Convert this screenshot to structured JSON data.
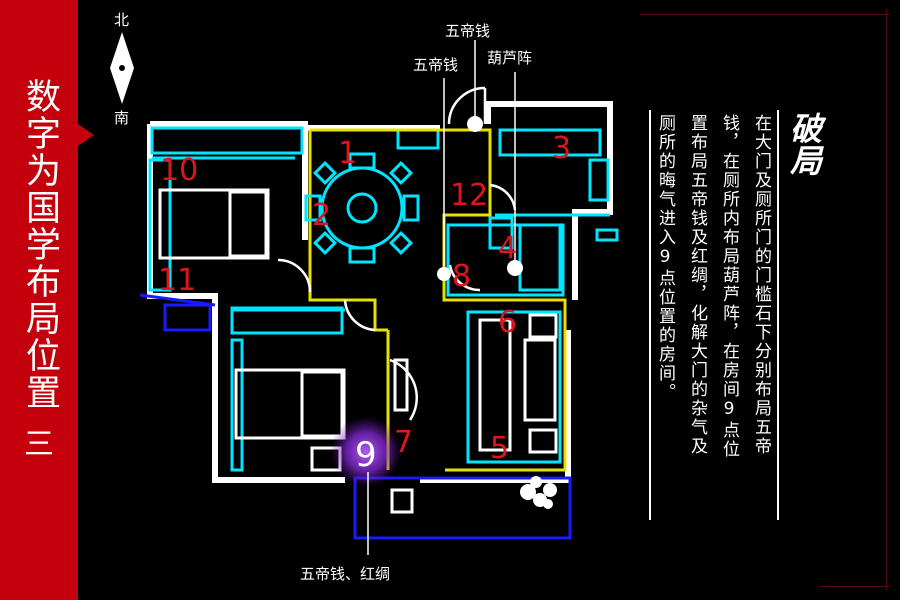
{
  "sidebar": {
    "title": "数字为国学布局位置",
    "number": "三",
    "background_color": "#c4000c"
  },
  "compass": {
    "north": "北",
    "south": "南"
  },
  "floor_plan": {
    "labels": {
      "top_coin": "五帝钱",
      "left_coin": "五帝钱",
      "gourd": "葫芦阵",
      "bottom": "五帝钱、红绸"
    },
    "room_numbers": [
      "1",
      "2",
      "3",
      "4",
      "5",
      "6",
      "7",
      "8",
      "9",
      "10",
      "11",
      "12"
    ],
    "highlight_number": "9",
    "wall_color": "#00e5ff",
    "outline_color": "#e8e000",
    "number_color": "#e0141c",
    "balcony_color": "#1a1aff"
  },
  "panel": {
    "heading": "破局",
    "columns": [
      "在大门及厕所门的门槛石下分别布局五帝",
      "钱，在厕所内布局葫芦阵，在房间9点位",
      "置布局五帝钱及红绸，化解大门的杂气及",
      "厕所的晦气进入9点位置的房间。"
    ]
  }
}
